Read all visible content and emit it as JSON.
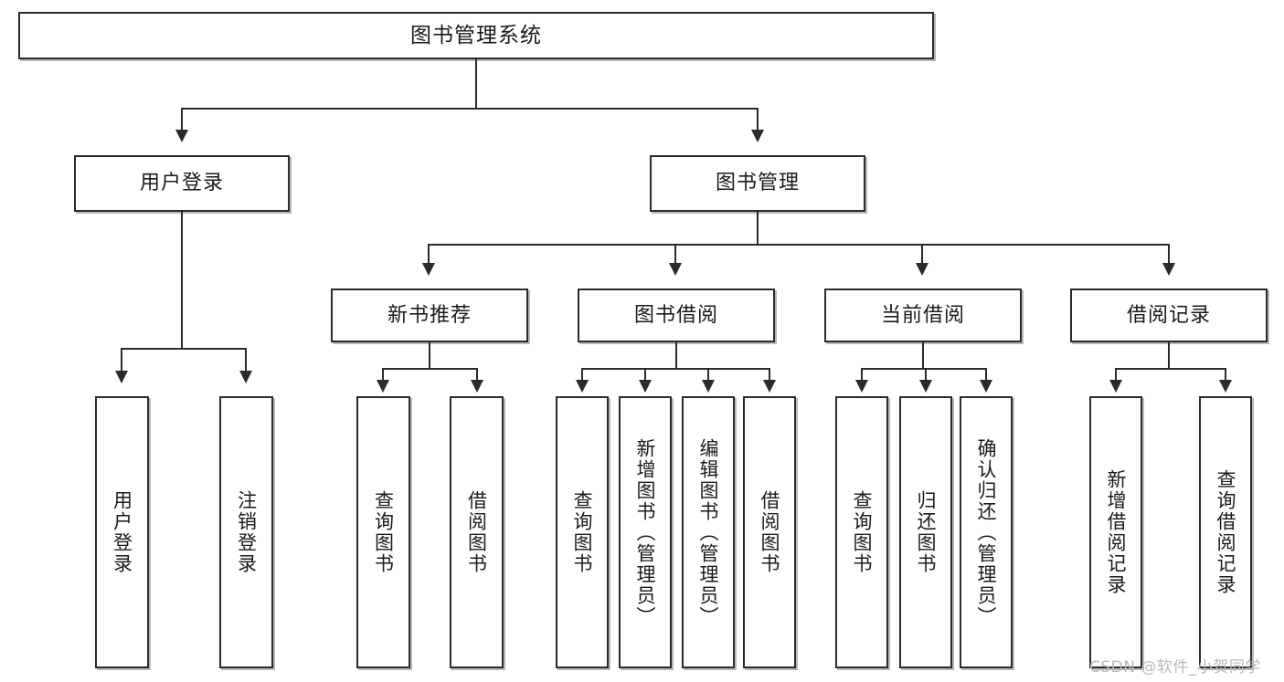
{
  "diagram": {
    "title": "图书管理系统",
    "type": "hierarchy-tree",
    "watermark": "CSDN @软件_小贺同学",
    "colors": {
      "stroke": "#2b2b2b",
      "fill": "#ffffff",
      "text": "#1a1a1a",
      "watermark": "#b9b9b9"
    },
    "nodes": {
      "root": "图书管理系统",
      "level2": {
        "user_login": "用户登录",
        "book_manage": "图书管理"
      },
      "level3": {
        "new_book_rec": "新书推荐",
        "book_borrow": "图书借阅",
        "current_borrow": "当前借阅",
        "borrow_record": "借阅记录"
      },
      "leaves": {
        "user_login_1": "用户登录",
        "user_login_2": "注销登录",
        "new_book_rec_1": "查询图书",
        "new_book_rec_2": "借阅图书",
        "book_borrow_1": "查询图书",
        "book_borrow_2": "新增图书（管理员）",
        "book_borrow_3": "编辑图书（管理员）",
        "book_borrow_4": "借阅图书",
        "current_borrow_1": "查询图书",
        "current_borrow_2": "归还图书",
        "current_borrow_3": "确认归还（管理员）",
        "borrow_record_1": "新增借阅记录",
        "borrow_record_2": "查询借阅记录"
      }
    }
  }
}
